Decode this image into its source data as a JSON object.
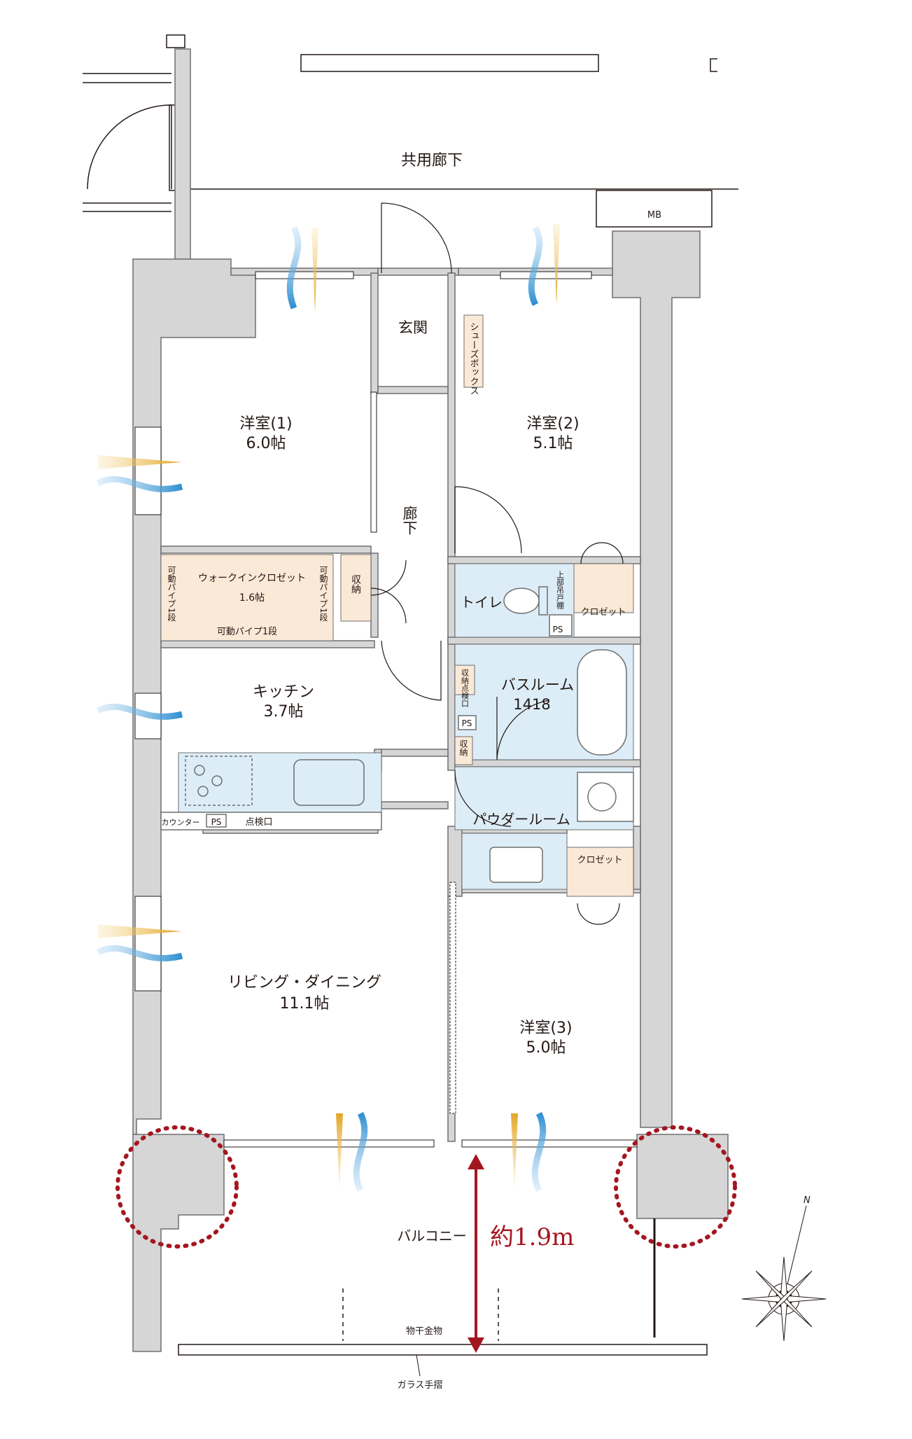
{
  "rooms": {
    "corridor_common": "共用廊下",
    "mb": "MB",
    "entrance": "玄関",
    "shoe_box": "シューズボックス",
    "hallway": "廊下",
    "western1": {
      "name": "洋室(1)",
      "size": "6.0帖"
    },
    "western2": {
      "name": "洋室(2)",
      "size": "5.1帖"
    },
    "western3": {
      "name": "洋室(3)",
      "size": "5.0帖"
    },
    "walkin": {
      "name": "ウォークインクロゼット",
      "size": "1.6帖"
    },
    "movable_pipe_left": "可動パイプ1段",
    "movable_pipe_right": "可動パイプ1段",
    "movable_pipe_bottom": "可動パイプ1段",
    "storage": "収納",
    "toilet": "トイレ",
    "upper_shelf": "上部吊戸棚",
    "closet": "クロゼット",
    "ps": "PS",
    "kitchen": {
      "name": "キッチン",
      "size": "3.7帖"
    },
    "counter": "カウンター",
    "inspection": "点検口",
    "storage_inspection": "収納点検口",
    "bathroom": {
      "name": "バスルーム",
      "size": "1418"
    },
    "powder": "パウダールーム",
    "living": {
      "name": "リビング・ダイニング",
      "size": "11.1帖"
    },
    "balcony": "バルコニー",
    "dryer": "物干金物",
    "glass_rail": "ガラス手摺"
  },
  "dimension": "約1.9m",
  "compass": "N",
  "colors": {
    "wall": "#d6d6d6",
    "wall_stroke": "#6f6f6f",
    "wet_area": "#dcedf8",
    "storage_fill": "#fbe9d7",
    "accent_red": "#a4161f",
    "wind_blue": "#2e8fd0",
    "wind_yellow": "#e3a526"
  }
}
